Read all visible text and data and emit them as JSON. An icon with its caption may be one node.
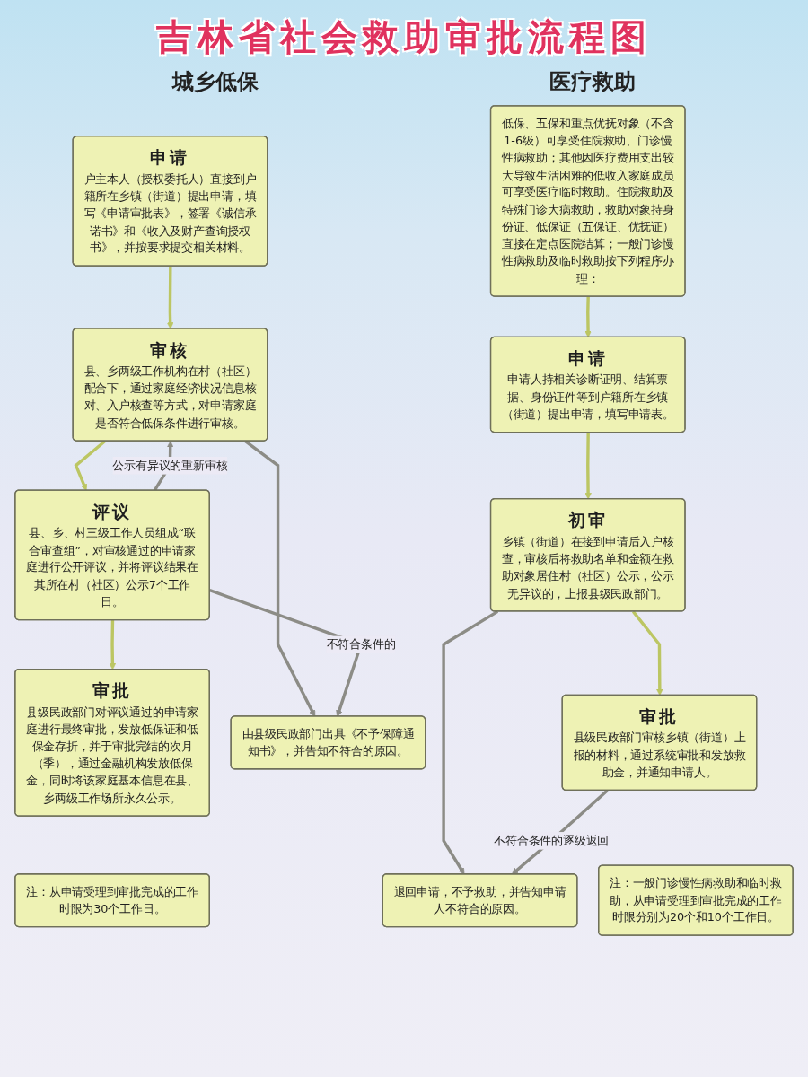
{
  "diagram": {
    "title": "吉林省社会救助审批流程图",
    "nodes": [
      {
        "text": [
          "申请",
          "户主本人（授权委托人）直接到户籍所在乡镇（街道）提出申请，填写《申请审批表》，签署《诚信承诺书》和《收入及财产查询授权书》，并按要求提交相关材料。"
        ]
      },
      {
        "text": [
          "审核",
          "县、乡两级工作机构在村（社区）配合下，通过家庭经济状况信息核对、入户核查等方式，对申请家庭是否符合低保条件进行审核。"
        ]
      },
      {
        "text": [
          "评议",
          "县、乡、村三级工作人员组成“联合审查组”，对审核通过的申请家庭进行公开评议，并将评议结果在其所在村（社区）公示7个工作日。"
        ]
      },
      {
        "text": [
          "审批",
          "县级民政部门对评议通过的申请家庭进行最终审批，发放低保证和低保金存折，并于审批完结的次月（季），通过金融机构发放低保金，同时将该家庭基本信息在县、乡两级工作场所永久公示。"
        ]
      },
      {
        "text": [
          "由县级民政部门出具《不予保障通知书》，并告知不符合的原因。"
        ]
      },
      {
        "text": [
          "注：从申请受理到审批完成的工作时限为30个工作日。"
        ]
      },
      {
        "text": [
          "低保、五保和重点优抚对象（不含1-6级）可享受住院救助、门诊慢性病救助；其他因医疗费用支出较大导致生活困难的低收入家庭成员可享受医疗临时救助。住院救助及特殊门诊大病救助，救助对象持身份证、低保证（五保证、优抚证）直接在定点医院结算；一般门诊慢性病救助及临时救助按下列程序办理："
        ]
      },
      {
        "text": [
          "申请",
          "申请人持相关诊断证明、结算票据、身份证件等到户籍所在乡镇（街道）提出申请，填写申请表。"
        ]
      },
      {
        "text": [
          "初审",
          "乡镇（街道）在接到申请后入户核查，审核后将救助名单和金额在救助对象居住村（社区）公示，公示无异议的，上报县级民政部门。"
        ]
      },
      {
        "text": [
          "审批",
          "县级民政部门审核乡镇（街道）上报的材料，通过系统审批和发放救助金，并通知申请人。"
        ]
      },
      {
        "text": [
          "退回申请，不予救助，并告知申请人不符合的原因。"
        ]
      },
      {
        "text": [
          "注：一般门诊慢性病救助和临时救助，从申请受理到审批完成的工作时限分别为20个和10个工作日。"
        ]
      }
    ],
    "edges": [
      {
        "from": 0,
        "to": 1,
        "arrow": "to"
      },
      {
        "from": 1,
        "to": 2,
        "arrow": "to"
      },
      {
        "from": 2,
        "to": 3,
        "arrow": "to"
      },
      {
        "from": 1,
        "to": 4,
        "arrow": "to",
        "color": "#8c8c86"
      },
      {
        "from": 2,
        "to": 4,
        "arrow": "to",
        "label": "不符合条件的",
        "color": "#8c8c86"
      },
      {
        "from": 2,
        "to": 1,
        "arrow": "to",
        "label": "公示有异议的重新审核",
        "color": "#8c8c86"
      },
      {
        "from": 6,
        "to": 7,
        "arrow": "to"
      },
      {
        "from": 7,
        "to": 8,
        "arrow": "to"
      },
      {
        "from": 8,
        "to": 9,
        "arrow": "to"
      },
      {
        "from": 8,
        "to": 10,
        "arrow": "to",
        "color": "#8c8c86"
      },
      {
        "from": 9,
        "to": 10,
        "arrow": "to",
        "label": "不符合条件的逐级返回",
        "color": "#8c8c86"
      }
    ],
    "labels": [
      "城乡低保",
      "医疗救助"
    ]
  }
}
